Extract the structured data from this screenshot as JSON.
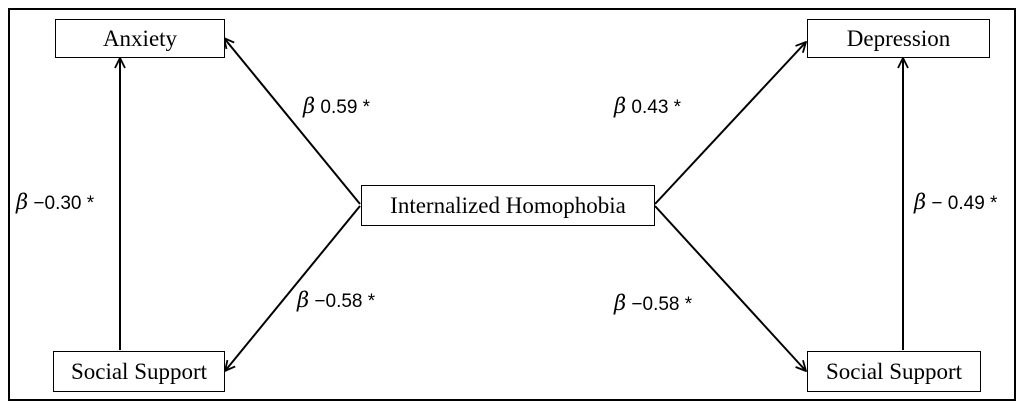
{
  "nodes": {
    "anxiety": "Anxiety",
    "depression": "Depression",
    "internalized_homophobia": "Internalized Homophobia",
    "social_support_left": "Social Support",
    "social_support_right": "Social Support"
  },
  "coefficients": {
    "ih_to_anxiety": "0.59 *",
    "ih_to_depression": "0.43 *",
    "ih_to_social_support_left": "−0.58 *",
    "ih_to_social_support_right": "−0.58 *",
    "social_support_to_anxiety": "−0.30 *",
    "social_support_to_depression": "− 0.49 *"
  },
  "symbols": {
    "beta": "β"
  },
  "colors": {
    "line": "#000000",
    "background": "#ffffff"
  }
}
